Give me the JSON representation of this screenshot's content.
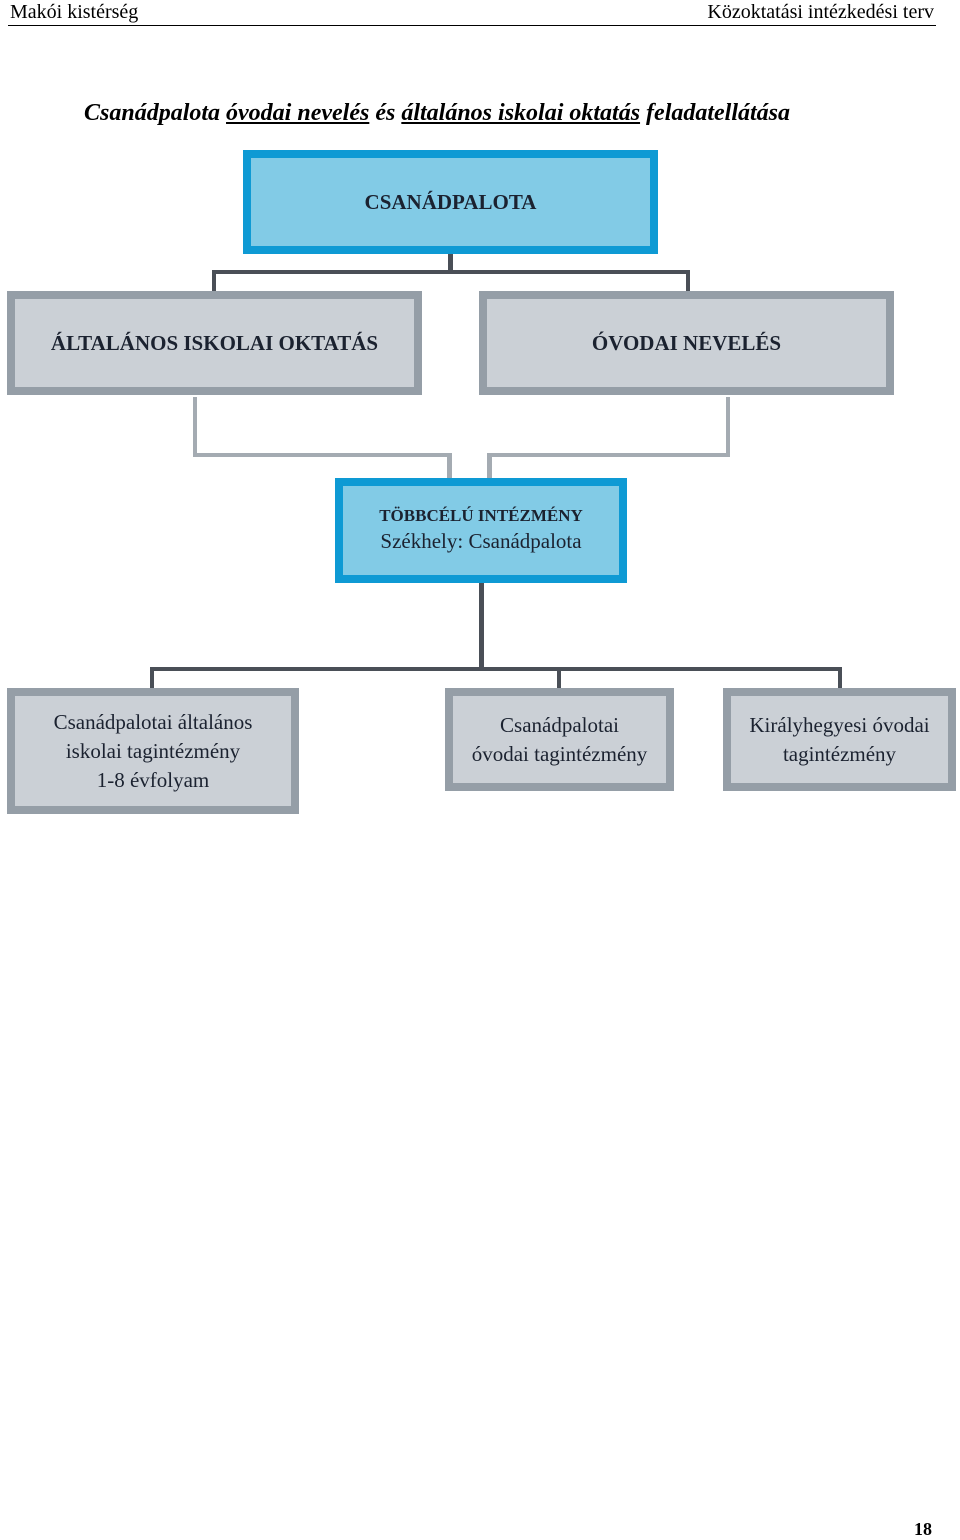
{
  "header": {
    "left": "Makói kistérség",
    "right": "Közoktatási intézkedési terv"
  },
  "title": {
    "part1": "Csanádpalota ",
    "part2": "óvodai nevelés",
    "part3": " és ",
    "part4": "általános iskolai oktatás",
    "part5": " feladatellátása"
  },
  "diagram": {
    "root": "CSANÁDPALOTA",
    "branch_left": "ÁLTALÁNOS ISKOLAI OKTATÁS",
    "branch_right": "ÓVODAI NEVELÉS",
    "institution": {
      "line1": "TÖBBCÉLÚ INTÉZMÉNY",
      "line2": "Székhely: Csanádpalota"
    },
    "units": [
      {
        "lines": [
          "Csanádpalotai általános",
          "iskolai tagintézmény",
          "1-8 évfolyam"
        ]
      },
      {
        "lines": [
          "Csanádpalotai",
          "óvodai tagintézmény"
        ]
      },
      {
        "lines": [
          "Királyhegyesi óvodai",
          "tagintézmény"
        ]
      }
    ],
    "colors": {
      "blue_fill": "#82cbe6",
      "blue_border": "#0e9ad4",
      "gray_fill": "#cbd0d6",
      "gray_border": "#959ea7"
    }
  },
  "page_number": "18"
}
